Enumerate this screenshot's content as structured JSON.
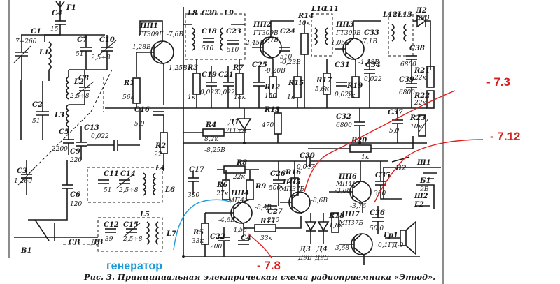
{
  "caption": "Рис. 3. Принципиальная электрическая схема радиоприемника «Этюд».",
  "annotations": {
    "v1": "- 7.3",
    "v2": "- 7.12",
    "v3": "- 7.8",
    "generator": "генератор",
    "colors": {
      "red": "#d71f1f",
      "blue": "#1b9ad6"
    }
  },
  "labels": {
    "c4": "C4",
    "c4v": "15",
    "g1": "Г1",
    "c1": "C1",
    "c1v": "7÷260",
    "c7": "C7",
    "c7v": "51",
    "c10": "C10",
    "c10v": "2,5÷8",
    "l1": "L1",
    "l2": "L2",
    "l3": "L3",
    "c8": "C8",
    "c8v": "2,5÷8",
    "c2": "C2",
    "c2v": "51",
    "c5": "C5",
    "c5v": "2200",
    "pp1": "ПП1",
    "pp1t": "ГТ309Г",
    "pp1v1": "-7,6В",
    "pp1v2": "-1,28В",
    "pp1v3": "-1,25В",
    "r1": "R1",
    "r1v": "56к",
    "c16": "C16",
    "c16v": "5,0",
    "c9": "C9",
    "c9v": "220",
    "c13": "C13",
    "c13v": "0,022",
    "r2": "R2",
    "r2v": "22",
    "c6": "C6",
    "c6v": "120",
    "c3": "C3",
    "c3v": "1-260",
    "c11": "C11",
    "c11v": "51",
    "c14": "C14",
    "c14v": "2,5÷8",
    "l4": "L4",
    "l5": "L5",
    "l6": "L6",
    "l7": "L7",
    "c12": "C12",
    "c12v": "39",
    "c15": "C15",
    "c15v": "2,5÷8",
    "b1": "B1",
    "sv": "СВ",
    "dv": "ДВ",
    "l8": "L8",
    "c20": "C20",
    "c18": "C18",
    "c18v": "510",
    "c19": "C19",
    "c19v": "0,022",
    "c21": "C21",
    "c21v": "0,022",
    "r3": "R3",
    "r3v": "1к",
    "r7": "R7",
    "r7v": "18к",
    "c23": "C23",
    "c23v": "510",
    "l9": "L9",
    "pp2": "ПП2",
    "pp2t": "ГТ309В",
    "pp2v1": "-7,7В",
    "pp2v2": "-2,45В",
    "pp2v3": "-0,23В",
    "pp2v4": "-0,20В",
    "c25": "C25",
    "r12": "R12",
    "r12v": "150",
    "c24": "C24",
    "c24v": "510",
    "r14": "R14",
    "r14v": "10к",
    "l10": "L10",
    "l11": "L11",
    "d1": "Д1",
    "d1t": "7ГЕ2А",
    "r13": "R13",
    "r13v": "470",
    "r15": "R15",
    "r15v": "1к",
    "r4": "R4",
    "r4v": "8,2к",
    "v8_25": "-8,25В",
    "pp3": "ПП3",
    "pp3t": "ГТ309В",
    "pp3v1": "-1,05В",
    "pp3v2": "-7,1В",
    "pp3v3": "-1,18В",
    "c31": "C31",
    "c31v": "0,022",
    "c33": "C33",
    "c34": "C34",
    "c34v": "0,022",
    "r17": "R17",
    "r17v": "5,6к",
    "r19": "R19",
    "r19v": "1к",
    "c32": "C32",
    "c32v": "6800",
    "l12": "L12",
    "l13": "L13",
    "d2": "Д2",
    "d2t": "Д9В",
    "c38": "C38",
    "c38v": "6800",
    "r21": "R21",
    "r21v": "22к",
    "c39": "C39",
    "c39v": "6800",
    "r22": "R22",
    "r22v": "22к",
    "c37": "C37",
    "c37v": "5,0",
    "r23": "R23",
    "r23v": "10к",
    "r20": "R20",
    "r20v": "1к",
    "c30": "C30",
    "c30v": "0,047",
    "c17": "C17",
    "c17v": "300",
    "r8": "R8",
    "r8v": "22к",
    "r6": "R6",
    "r6v": "27к",
    "r9": "R9",
    "pp4": "ПП4",
    "pp4t": "МП41",
    "r5": "R5",
    "r5v": "33к",
    "c22": "C22",
    "c22v": "200",
    "c4v2": "C4",
    "v4_6": "-4,6В",
    "v4_56": "-4,56",
    "v8_4": "-8,4В",
    "c27": "C27",
    "c27v": "220",
    "r11": "R11",
    "r11v": "33к",
    "c26": "C26",
    "c26v": "500",
    "r16": "R16",
    "r16v": "220",
    "pp5": "ПП5",
    "pp5t": "МП37Б",
    "v8_6": "-8,6В",
    "pp6": "ПП6",
    "pp6t": "МП41",
    "v3_88": "-3,88",
    "c35": "C35",
    "c35v": "300",
    "v3_76": "-3,76",
    "r18": "R18",
    "r18v": "1,8к",
    "pp7": "ПП7",
    "pp7t": "МП37Б",
    "c36": "C36",
    "c36v": "50,0",
    "v3_68": "-3,68",
    "d3": "Д3",
    "d3t": "Д9Б",
    "d4": "Д4",
    "d4t": "Д9Б",
    "sh1": "Ш1",
    "b2": "B2",
    "g2": "Г2",
    "b1b": "Б1",
    "b1bv": "9В",
    "sh2": "Ш2",
    "gr1": "Гр1",
    "gr1t": "0,1ГД-9"
  }
}
